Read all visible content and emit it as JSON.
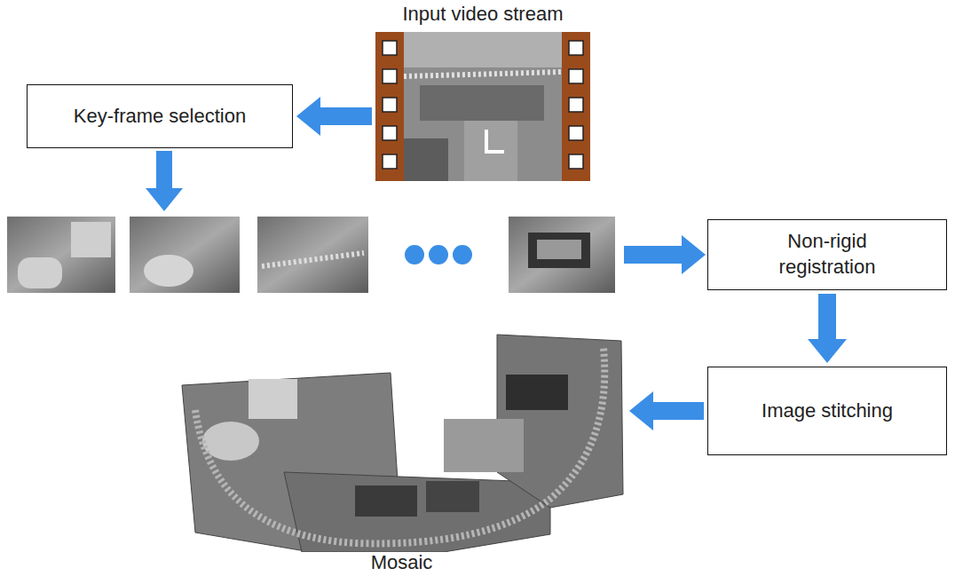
{
  "diagram": {
    "nodes": [
      {
        "text": [
          "Input video stream"
        ]
      },
      {
        "text": [
          "Key-frame selection"
        ]
      },
      {
        "text": [
          "Non-rigid registration"
        ]
      },
      {
        "text": [
          "Image stitching"
        ]
      },
      {
        "text": [
          "Mosaic"
        ]
      }
    ],
    "edges": [
      {
        "from": 0,
        "to": 1,
        "arrow": "to"
      },
      {
        "from": 2,
        "to": 3,
        "arrow": "to"
      },
      {
        "from": 3,
        "to": 4,
        "arrow": "to"
      }
    ]
  }
}
